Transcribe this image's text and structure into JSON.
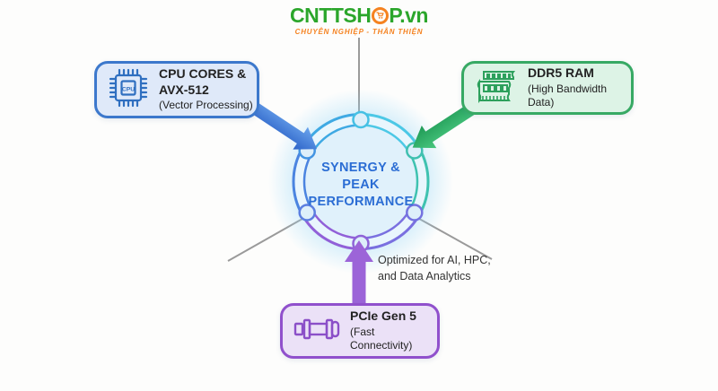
{
  "logo": {
    "brand_left": "CNTTSH",
    "brand_right": "P.vn",
    "tagline": "CHUYÊN NGHIỆP - THÂN THIỆN",
    "brand_color": "#2BA62B",
    "accent_color": "#F58220",
    "cart_icon": "cart-icon"
  },
  "center": {
    "lines": [
      "SYNERGY &",
      "PEAK",
      "PERFORMANCE"
    ],
    "text_color": "#2b6dd4",
    "ring_colors": [
      "#4cc8e6",
      "#3fc2b0",
      "#7a70e0",
      "#9160d8",
      "#4b84e0",
      "#3fa9e3"
    ],
    "fill_color": "#e9f6fd"
  },
  "boxes": {
    "cpu": {
      "title": "CPU CORES & AVX-512",
      "subtitle": "(Vector Processing)",
      "icon": "cpu-chip-icon",
      "icon_label": "CPU",
      "border": "#3c78cc",
      "bg": "#dfe9f9",
      "arrow_color": "#3d7cdd"
    },
    "ram": {
      "title": "DDR5 RAM",
      "subtitle": "(High Bandwidth Data)",
      "icon": "ram-module-icon",
      "border": "#37a964",
      "bg": "#ddf3e6",
      "arrow_color": "#2fad68"
    },
    "pcie": {
      "title": "PCIe Gen 5",
      "subtitle": "(Fast Connectivity)",
      "icon": "pcie-connector-icon",
      "border": "#9050cc",
      "bg": "#ebe1f7",
      "arrow_color": "#9c64d8"
    }
  },
  "annotation": {
    "lines": [
      "Optimized for AI, HPC,",
      "and Data Analytics"
    ]
  }
}
